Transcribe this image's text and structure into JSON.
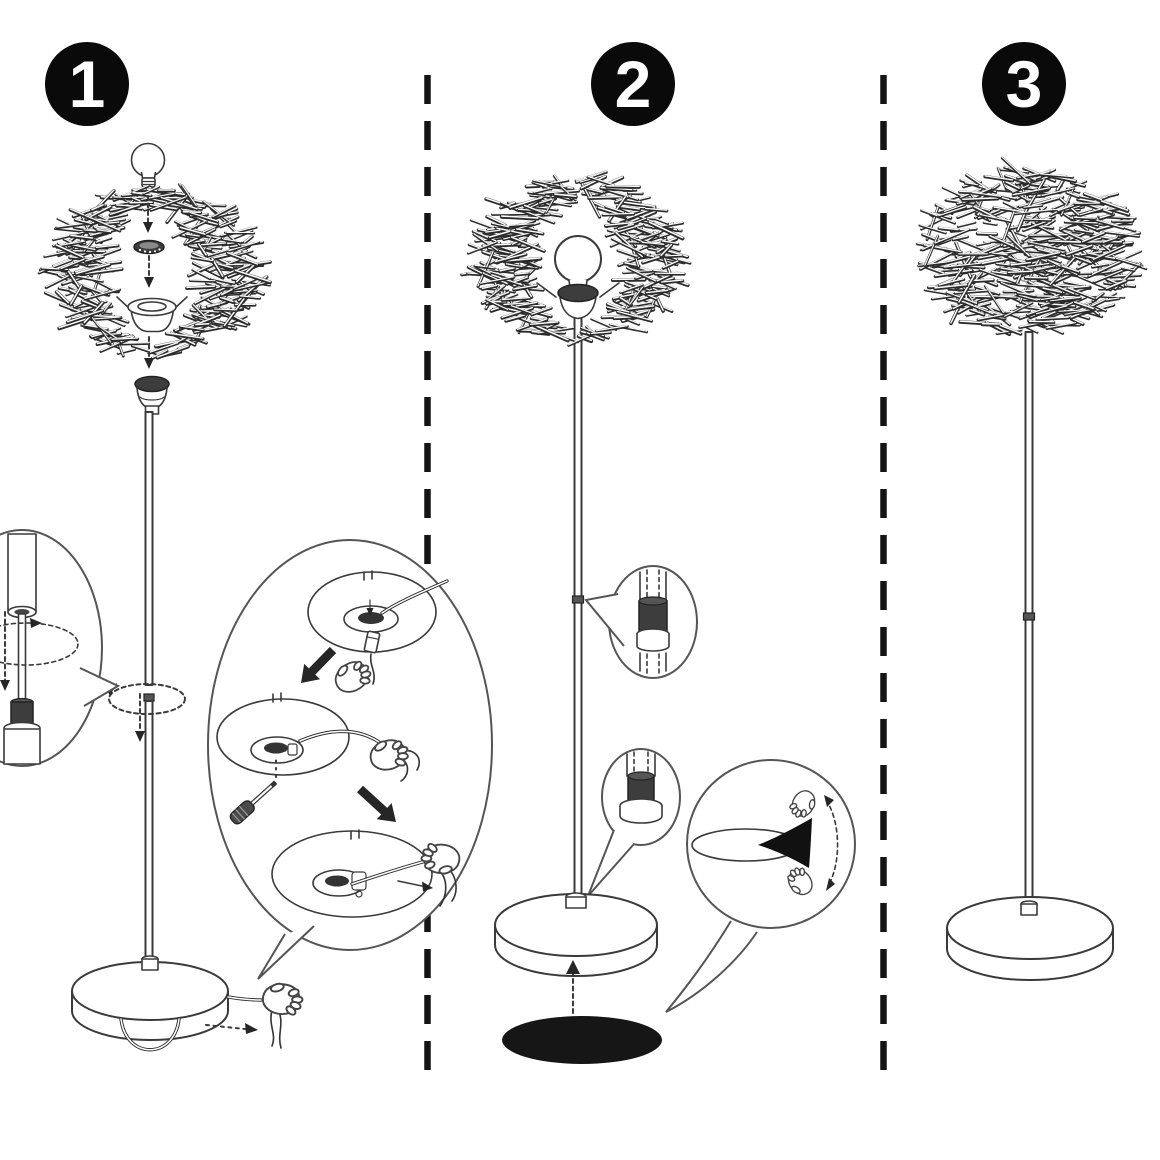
{
  "colors": {
    "page_bg": "#ffffff",
    "line": "#3a3a3a",
    "badge_bg": "#0a0a0a",
    "badge_text": "#ffffff",
    "pad_fill": "#161616"
  },
  "figure": {
    "type": "assembly-diagram",
    "steps": [
      {
        "label": "1",
        "icons": [
          "light-bulb",
          "down-arrow",
          "ring-nut",
          "twig-shade-open",
          "socket-support",
          "lamp-socket",
          "lamp-pole",
          "pole-joint",
          "rotation-arrow",
          "pole-thread-callout",
          "wiring-callout",
          "base-underside",
          "screwdriver",
          "power-cord",
          "hand",
          "lamp-base",
          "cord-pull-arrow"
        ]
      },
      {
        "label": "2",
        "icons": [
          "twig-shade-with-bulb",
          "lamp-pole",
          "pole-thread-callout",
          "base-thread-callout",
          "lamp-base",
          "up-arrow",
          "felt-pad",
          "pad-peel-callout",
          "hand"
        ]
      },
      {
        "label": "3",
        "icons": [
          "assembled-floor-lamp",
          "twig-shade",
          "lamp-pole",
          "lamp-base"
        ]
      }
    ]
  }
}
